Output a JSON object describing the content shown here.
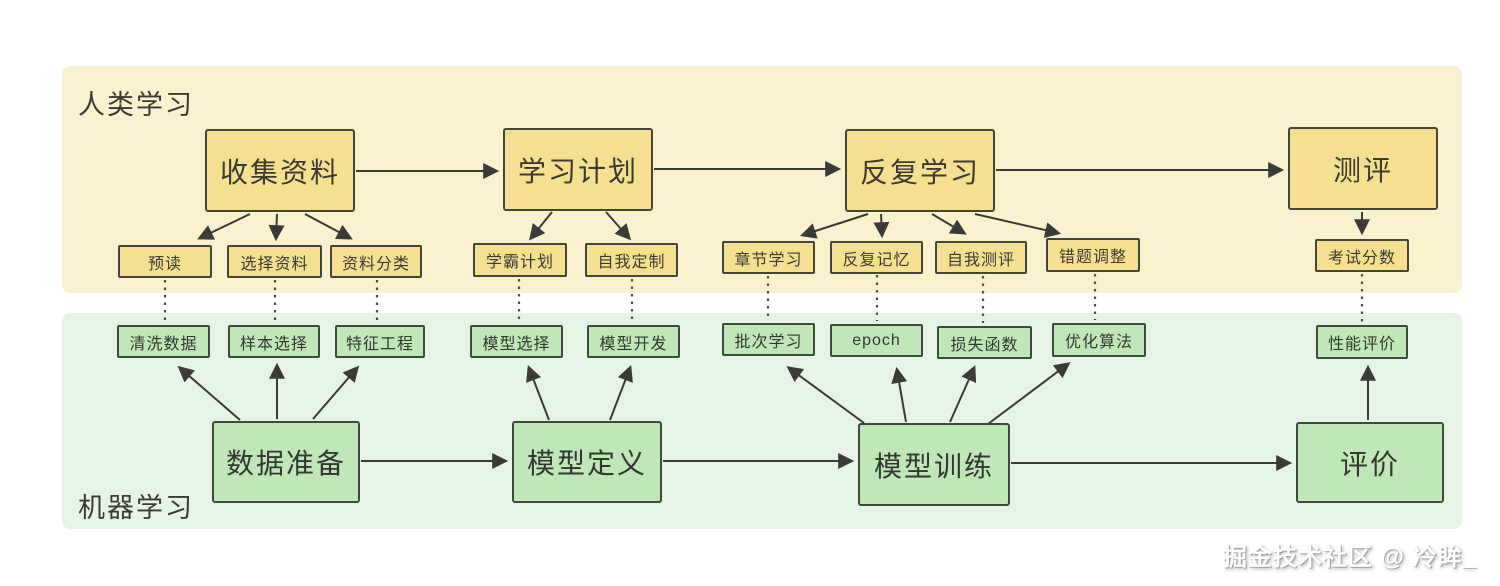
{
  "human": {
    "section_label": "人类学习",
    "main_nodes": [
      {
        "label": "收集资料"
      },
      {
        "label": "学习计划"
      },
      {
        "label": "反复学习"
      },
      {
        "label": "测评"
      }
    ],
    "sub_nodes": [
      {
        "label": "预读"
      },
      {
        "label": "选择资料"
      },
      {
        "label": "资料分类"
      },
      {
        "label": "学霸计划"
      },
      {
        "label": "自我定制"
      },
      {
        "label": "章节学习"
      },
      {
        "label": "反复记忆"
      },
      {
        "label": "自我测评"
      },
      {
        "label": "错题调整"
      },
      {
        "label": "考试分数"
      }
    ]
  },
  "machine": {
    "section_label": "机器学习",
    "main_nodes": [
      {
        "label": "数据准备"
      },
      {
        "label": "模型定义"
      },
      {
        "label": "模型训练"
      },
      {
        "label": "评价"
      }
    ],
    "sub_nodes": [
      {
        "label": "清洗数据"
      },
      {
        "label": "样本选择"
      },
      {
        "label": "特征工程"
      },
      {
        "label": "模型选择"
      },
      {
        "label": "模型开发"
      },
      {
        "label": "批次学习"
      },
      {
        "label": "epoch"
      },
      {
        "label": "损失函数"
      },
      {
        "label": "优化算法"
      },
      {
        "label": "性能评价"
      }
    ]
  },
  "watermark": "掘金技术社区 @ 冷眸_",
  "colors": {
    "human_band_bg": "#faf1ce",
    "human_box_fill": "#f5e092",
    "human_box_border": "#45453c",
    "machine_band_bg": "#e6f4e5",
    "machine_box_fill": "#bfe7b7",
    "machine_box_border": "#3c4b3c",
    "arrow": "#3a3a36",
    "text": "#3b3b33",
    "page_bg": "#ffffff"
  }
}
